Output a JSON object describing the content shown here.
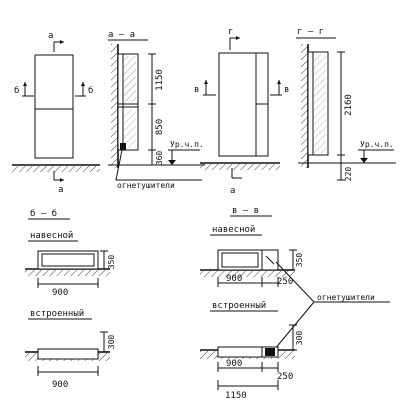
{
  "sections": {
    "aa": "а – а",
    "gg": "г – г",
    "bb": "б – б",
    "vv": "в – в"
  },
  "marks": {
    "a_top": "а",
    "a_bottom": "а",
    "b_left": "б",
    "b_right": "б",
    "g_top": "г",
    "v_left": "в",
    "v_right": "в"
  },
  "dims": {
    "h1150": "1150",
    "h850": "850",
    "h360": "360",
    "h2160": "2160",
    "h220": "220",
    "d350_a": "350",
    "d900_a": "900",
    "d300_a": "300",
    "d900_b": "900",
    "d350_b": "350",
    "d900_c": "900",
    "d250_c": "250",
    "d300_b": "300",
    "d900_d": "900",
    "d250_d": "250",
    "d1150": "1150"
  },
  "labels": {
    "floor_a": "Ур.ч.п.",
    "floor_g": "Ур.ч.п.",
    "extinguishers_a": "огнетушители",
    "extinguishers_b": "огнетушители",
    "surface_a": "навесной",
    "built_in_a": "встроенный",
    "surface_b": "навесной",
    "built_in_b": "встроенный"
  }
}
